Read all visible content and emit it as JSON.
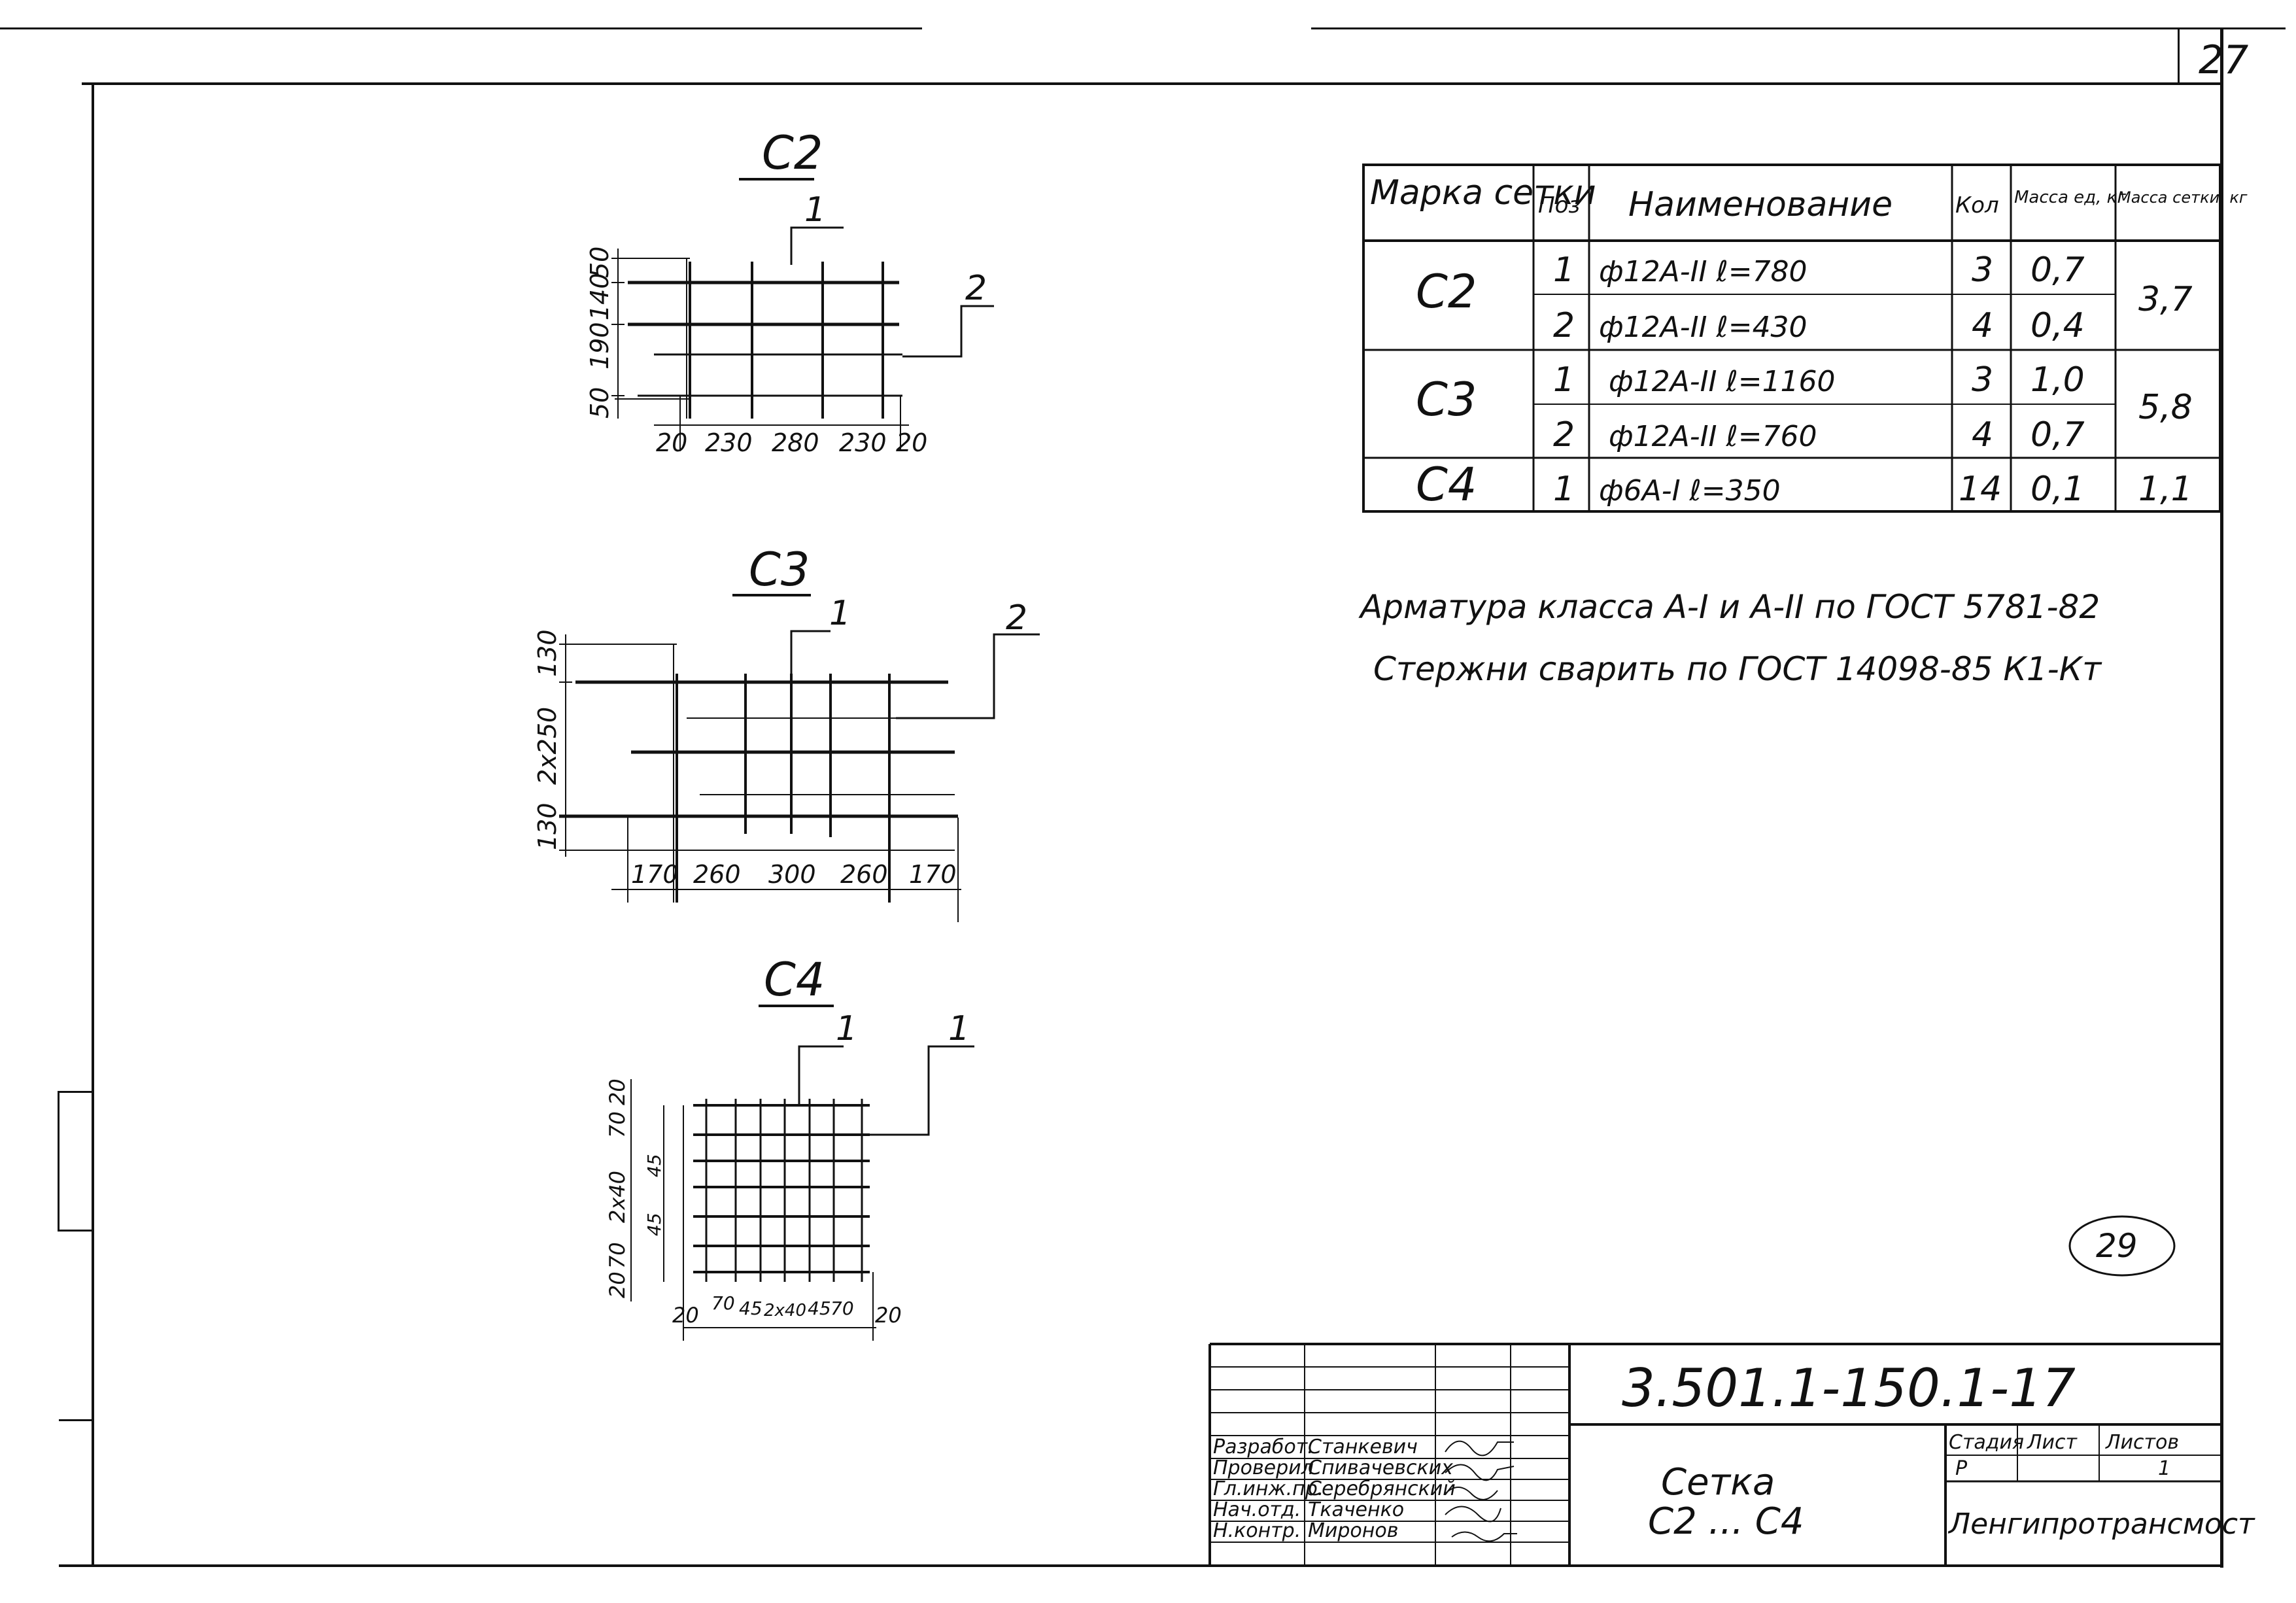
{
  "sheet": {
    "page_number": "27",
    "circle_mark": "29"
  },
  "drawings": {
    "c2": {
      "title": "С2",
      "callouts": [
        "1",
        "2"
      ],
      "dims_horizontal": [
        "20",
        "230",
        "280",
        "230",
        "20"
      ],
      "dims_vertical": [
        "50",
        "190",
        "140",
        "50"
      ]
    },
    "c3": {
      "title": "С3",
      "callouts": [
        "1",
        "2"
      ],
      "dims_horizontal": [
        "170",
        "260",
        "300",
        "260",
        "170"
      ],
      "dims_vertical": [
        "130",
        "2х250",
        "130"
      ]
    },
    "c4": {
      "title": "С4",
      "callouts": [
        "1",
        "1"
      ],
      "dims_horizontal": [
        "20",
        "70",
        "45",
        "2х40",
        "45",
        "70",
        "20"
      ],
      "dims_vertical": [
        "20",
        "70",
        "2х40",
        "70",
        "20"
      ],
      "dims_vertical_inner": [
        "45",
        "45"
      ]
    }
  },
  "table": {
    "headers": {
      "mark": "Марка сетки",
      "pos": "Поз",
      "name": "Наименование",
      "qty": "Кол",
      "mass_unit": "Масса ед, кг",
      "mass_mesh": "Масса сетки, кг"
    },
    "groups": [
      {
        "mark": "С2",
        "mass_mesh": "3,7",
        "rows": [
          {
            "pos": "1",
            "name": "ф12А-II ℓ=780",
            "qty": "3",
            "mass_unit": "0,7"
          },
          {
            "pos": "2",
            "name": "ф12А-II ℓ=430",
            "qty": "4",
            "mass_unit": "0,4"
          }
        ]
      },
      {
        "mark": "С3",
        "mass_mesh": "5,8",
        "rows": [
          {
            "pos": "1",
            "name": "ф12А-II ℓ=1160",
            "qty": "3",
            "mass_unit": "1,0"
          },
          {
            "pos": "2",
            "name": "ф12А-II ℓ=760",
            "qty": "4",
            "mass_unit": "0,7"
          }
        ]
      },
      {
        "mark": "С4",
        "mass_mesh": "1,1",
        "rows": [
          {
            "pos": "1",
            "name": "ф6А-I ℓ=350",
            "qty": "14",
            "mass_unit": "0,1"
          }
        ]
      }
    ]
  },
  "notes": {
    "line1": "Арматура класса А-I и А-II по ГОСТ 5781-82",
    "line2": "Стержни сварить по ГОСТ 14098-85 К1-Кт"
  },
  "title_block": {
    "doc_code": "3.501.1-150.1-17",
    "title_line1": "Сетка",
    "title_line2": "С2 ... С4",
    "stage_label": "Стадия",
    "sheet_label": "Лист",
    "sheets_label": "Листов",
    "stage_value": "Р",
    "sheets_value": "1",
    "organization": "Ленгипротрансмост",
    "signatures": [
      {
        "role": "Разработ.",
        "name": "Станкевич"
      },
      {
        "role": "Проверил",
        "name": "Спивачевских"
      },
      {
        "role": "Гл.инж.пр.",
        "name": "Серебрянский"
      },
      {
        "role": "Нач.отд.",
        "name": "Ткаченко"
      },
      {
        "role": "Н.контр.",
        "name": "Миронов"
      }
    ]
  }
}
